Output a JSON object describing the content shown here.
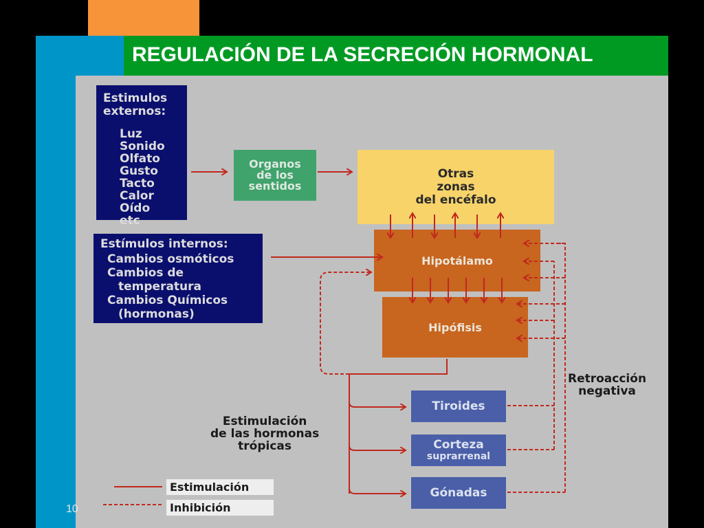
{
  "title": "REGULACIÓN DE LA SECRECIÓN HORMONAL",
  "page_number": "10",
  "colors": {
    "title_bar": "#009a23",
    "accent_orange": "#f7943a",
    "accent_blue": "#0095c8",
    "panel": "#c0c0c0",
    "navy_box": "#0a0f6e",
    "sense_box": "#3fa36b",
    "brain_box": "#f7d36a",
    "hypothalamus_box": "#c8651f",
    "target_box": "#4a5fa8",
    "arrow_red": "#c0281e"
  },
  "diagram": {
    "external_stimuli": {
      "title_lines": [
        "Estimulos",
        "externos:"
      ],
      "items": [
        "Luz",
        "Sonido",
        "Olfato",
        "Gusto",
        "Tacto",
        "Calor",
        "Oído",
        "etc"
      ]
    },
    "sense_organs": [
      "Organos",
      "de los",
      "sentidos"
    ],
    "other_brain_areas": [
      "Otras",
      "zonas",
      "del encéfalo"
    ],
    "internal_stimuli": {
      "title": "Estímulos internos:",
      "items": [
        "Cambios osmóticos",
        "Cambios de",
        "temperatura",
        "Cambios Químicos",
        "(hormonas)"
      ]
    },
    "hypothalamus": "Hipotálamo",
    "pituitary": "Hipófisis",
    "negative_feedback": [
      "Retroacción",
      "negativa"
    ],
    "tropic_hormones": [
      "Estimulación",
      "de las hormonas",
      "trópicas"
    ],
    "targets": {
      "thyroid": "Tiroides",
      "adrenal_line1": "Corteza",
      "adrenal_line2": "suprarrenal",
      "gonads": "Gónadas"
    },
    "legend": {
      "stimulation": "Estimulación",
      "inhibition": "Inhibición"
    }
  }
}
